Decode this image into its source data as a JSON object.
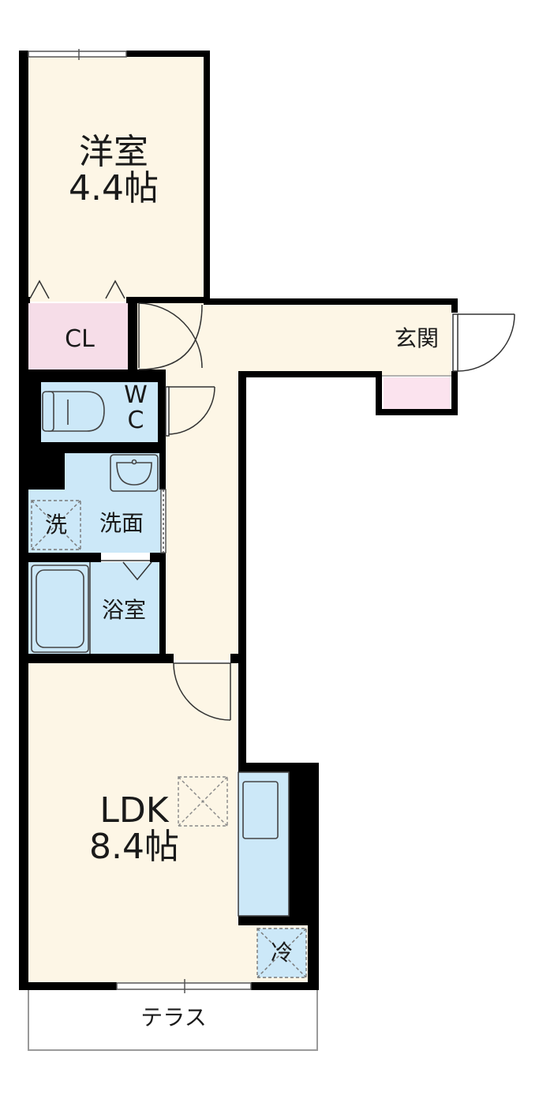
{
  "colors": {
    "wall": "#000000",
    "room_floor": "#fdf6e6",
    "wet_area": "#cce8f8",
    "closet": "#f6dde8",
    "entrance_mat": "#fbe3ee",
    "terrace": "#ffffff"
  },
  "rooms": {
    "western_room": {
      "name": "洋室",
      "size": "4.4帖"
    },
    "closet": {
      "name": "CL"
    },
    "entrance": {
      "name": "玄関"
    },
    "toilet": {
      "name_line1": "W",
      "name_line2": "C"
    },
    "washroom": {
      "name": "洗面"
    },
    "washer": {
      "name": "洗"
    },
    "bathroom": {
      "name": "浴室"
    },
    "ldk": {
      "name": "LDK",
      "size": "8.4帖"
    },
    "fridge": {
      "name": "冷"
    },
    "terrace": {
      "name": "テラス"
    }
  },
  "icons": [
    "toilet-icon",
    "sink-icon",
    "bathtub-icon",
    "kitchen-counter-icon",
    "door-swing-icon",
    "window-icon"
  ]
}
